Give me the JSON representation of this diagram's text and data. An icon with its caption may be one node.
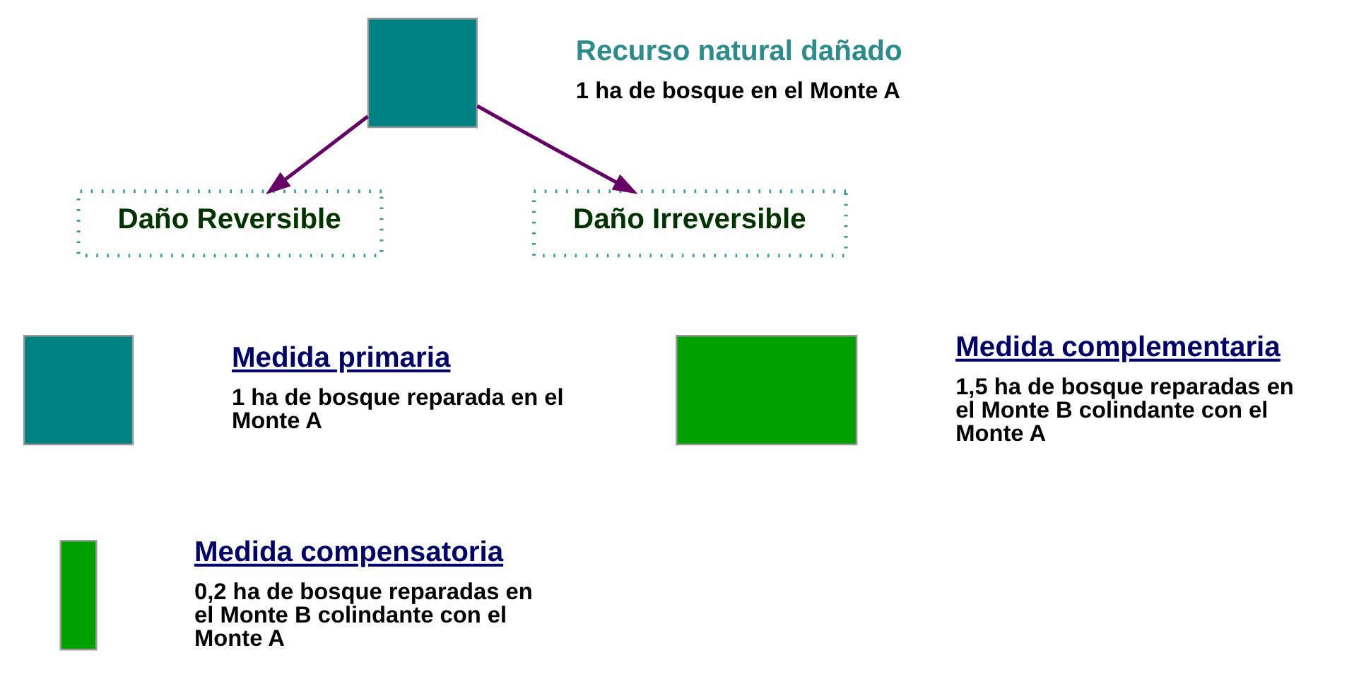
{
  "diagram": {
    "nodes": [
      {
        "text": [],
        "shape": "box",
        "beside": [
          "Recurso natural dañado",
          "1 ha de bosque en el Monte A"
        ]
      },
      {
        "text": [
          "Daño Reversible"
        ]
      },
      {
        "text": [
          "Daño Irreversible"
        ]
      },
      {
        "text": [],
        "shape": "box",
        "beside": [
          "Medida primaria",
          "1 ha de bosque reparada en el Monte A"
        ]
      },
      {
        "text": [],
        "shape": "bar",
        "beside": [
          "Medida compensatoria",
          "0,2 ha de bosque reparadas en el Monte B colindante con el Monte A"
        ]
      },
      {
        "text": [],
        "shape": "box",
        "beside": [
          "Medida complementaria",
          "1,5 ha de bosque reparadas en el Monte B colindante con el Monte A"
        ]
      }
    ],
    "edges": [
      {
        "from": 0,
        "to": 1,
        "arrow": "to"
      },
      {
        "from": 0,
        "to": 2,
        "arrow": "to"
      }
    ]
  }
}
